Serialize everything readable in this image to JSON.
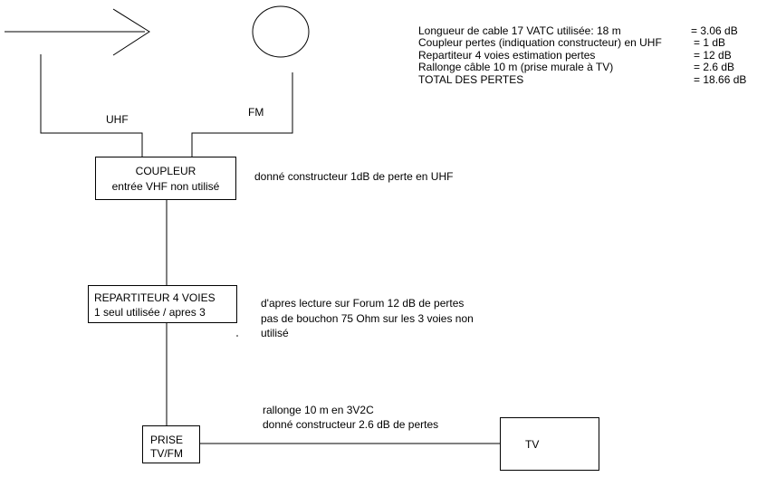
{
  "losses": {
    "rows": [
      {
        "label": "Longueur de cable 17 VATC utilisée:  18 m",
        "value": "= 3.06 dB"
      },
      {
        "label": "Coupleur pertes (indiquation constructeur) en UHF",
        "value": "= 1 dB"
      },
      {
        "label": "Repartiteur 4 voies estimation pertes",
        "value": "= 12 dB"
      },
      {
        "label": "Rallonge câble 10 m (prise murale à TV)",
        "value": "= 2.6 dB"
      },
      {
        "label": "TOTAL DES PERTES",
        "value": "= 18.66 dB"
      }
    ]
  },
  "labels": {
    "uhf": "UHF",
    "fm": "FM"
  },
  "coupleur": {
    "title": "COUPLEUR",
    "subtitle": "entrée VHF non utilisé",
    "note": "donné constructeur 1dB de perte en UHF"
  },
  "repartiteur": {
    "title": "REPARTITEUR 4 VOIES",
    "subtitle": "1 seul utilisée / apres 3",
    "note_line1": "d'apres lecture sur Forum 12 dB de pertes",
    "note_line2": "pas de bouchon 75 Ohm sur les 3 voies non",
    "note_line3": "utilisé"
  },
  "rallonge": {
    "note_line1": "rallonge 10 m en 3V2C",
    "note_line2": "donné constructeur 2.6 dB de pertes"
  },
  "prise": {
    "line1": "PRISE",
    "line2": "TV/FM"
  },
  "tv": {
    "label": "TV"
  }
}
